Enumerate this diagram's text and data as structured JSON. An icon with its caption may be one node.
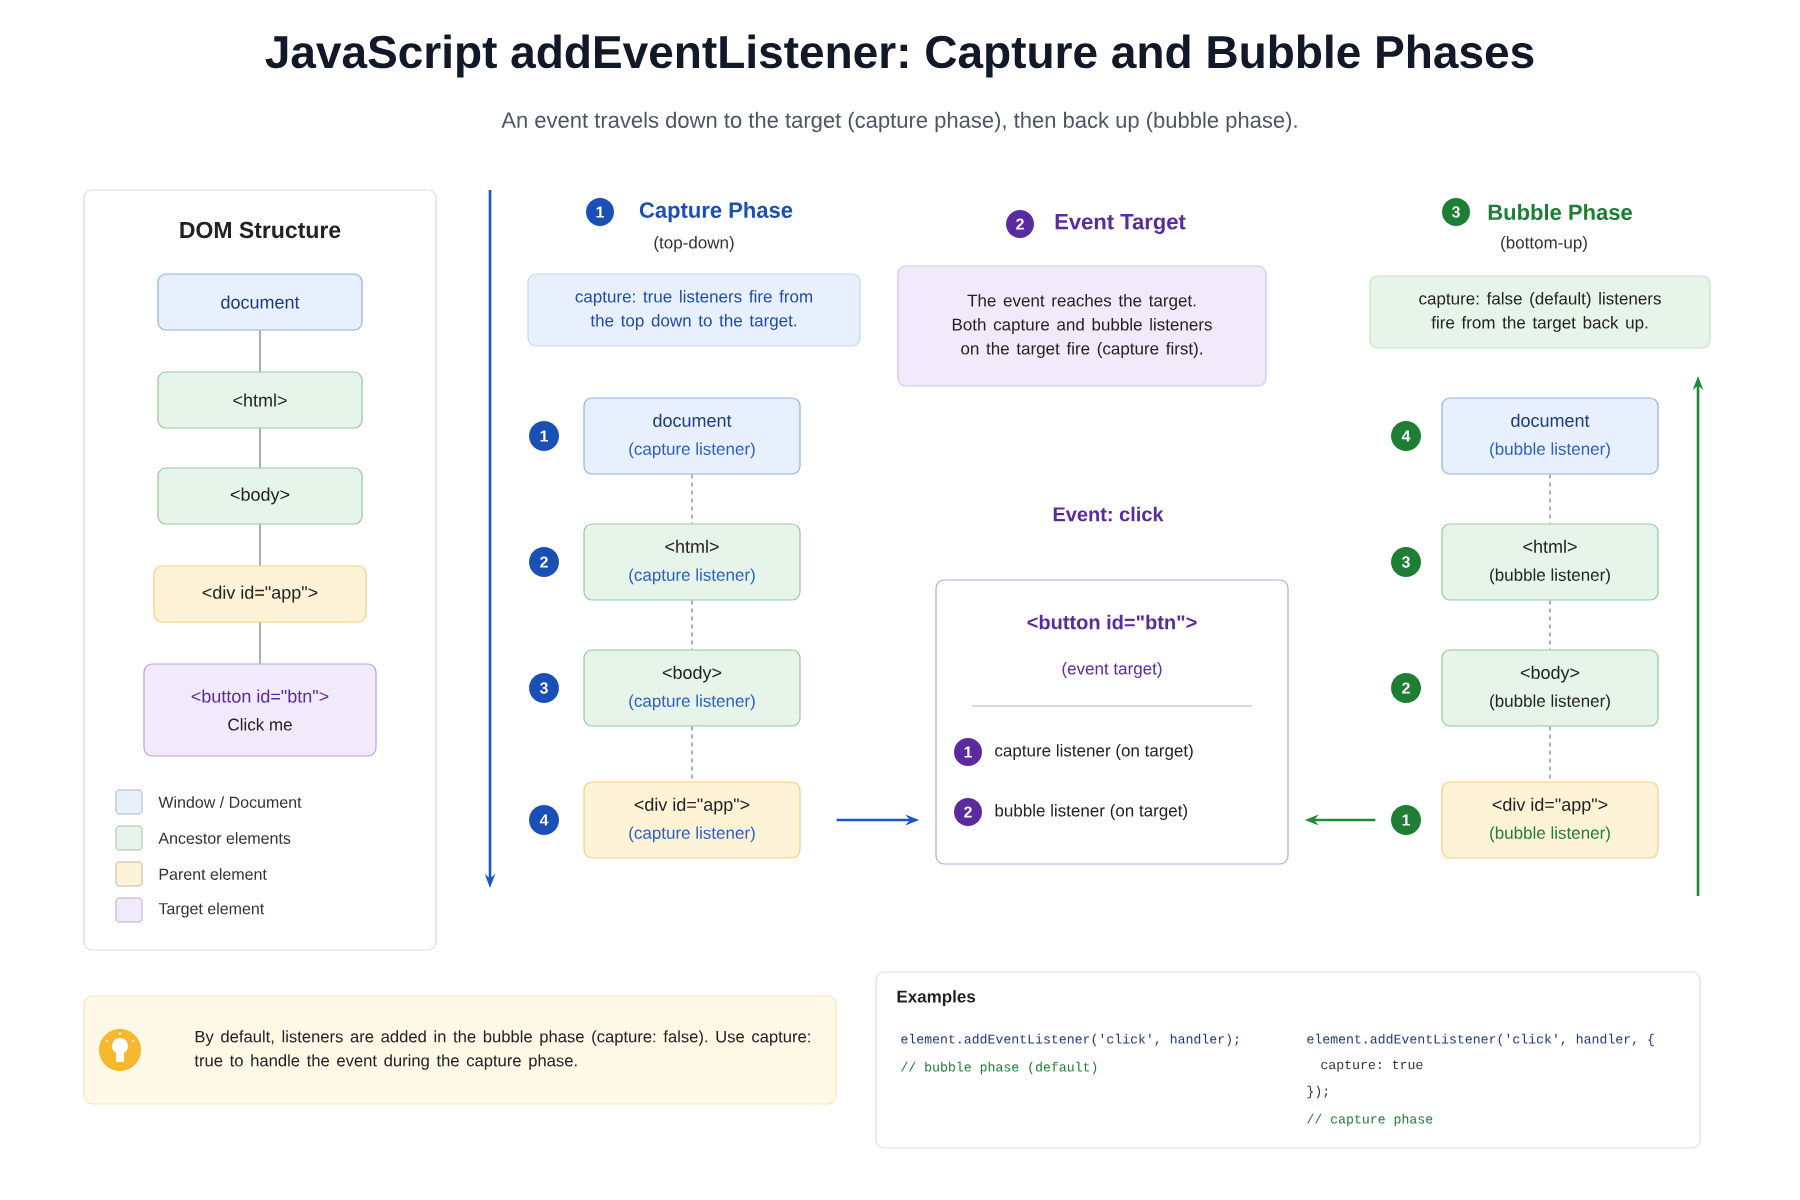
{
  "diagram": {
    "title": "JavaScript addEventListener: Capture and Bubble Phases",
    "caption": "An event travels down to the target (capture phase), then back up (bubble phase).",
    "nodes": [
      {
        "text": [
          "DOM Structure"
        ]
      },
      {
        "text": [
          "document"
        ],
        "in": 0
      },
      {
        "text": [
          "<html>"
        ],
        "in": 0
      },
      {
        "text": [
          "<body>"
        ],
        "in": 0
      },
      {
        "text": [
          "<div id=\"app\">"
        ],
        "in": 0
      },
      {
        "text": [
          "<button id=\"btn\">",
          "Click me"
        ],
        "in": 0
      },
      {
        "text": [
          "capture: true listeners fire from the top down to the target."
        ]
      },
      {
        "text": [
          "document",
          "(capture listener)"
        ],
        "beside": [
          "1"
        ]
      },
      {
        "text": [
          "<html>",
          "(capture listener)"
        ],
        "beside": [
          "2"
        ]
      },
      {
        "text": [
          "<body>",
          "(capture listener)"
        ],
        "beside": [
          "3"
        ]
      },
      {
        "text": [
          "<div id=\"app\">",
          "(capture listener)"
        ],
        "beside": [
          "4"
        ]
      },
      {
        "text": [
          "The event reaches the target. Both capture and bubble listeners on the target fire (capture first)."
        ]
      },
      {
        "text": [
          "<button id=\"btn\">",
          "(event target)",
          "capture listener (on target)",
          "bubble listener (on target)"
        ]
      },
      {
        "text": [
          "capture: false (default) listeners fire from the target back up."
        ]
      },
      {
        "text": [
          "document",
          "(bubble listener)"
        ],
        "beside": [
          "4"
        ]
      },
      {
        "text": [
          "<html>",
          "(bubble listener)"
        ],
        "beside": [
          "3"
        ]
      },
      {
        "text": [
          "<body>",
          "(bubble listener)"
        ],
        "beside": [
          "2"
        ]
      },
      {
        "text": [
          "<div id=\"app\">",
          "(bubble listener)"
        ],
        "beside": [
          "1"
        ]
      },
      {
        "text": [
          "By default, listeners are added in the bubble phase (capture: false). Use capture: true to handle the event during the capture phase."
        ]
      },
      {
        "text": [
          "Examples",
          "element.addEventListener('click', handler);",
          "// bubble phase (default)",
          "element.addEventListener('click', handler, {",
          "capture: true",
          "});",
          "// capture phase"
        ]
      }
    ],
    "edges": [
      {
        "from": 1,
        "to": 2,
        "arrow": "none"
      },
      {
        "from": 2,
        "to": 3,
        "arrow": "none"
      },
      {
        "from": 3,
        "to": 4,
        "arrow": "none"
      },
      {
        "from": 4,
        "to": 5,
        "arrow": "none"
      },
      {
        "from": 7,
        "to": 8,
        "arrow": "none",
        "style": "dashed"
      },
      {
        "from": 8,
        "to": 9,
        "arrow": "none",
        "style": "dashed"
      },
      {
        "from": 9,
        "to": 10,
        "arrow": "none",
        "style": "dashed"
      },
      {
        "from": 10,
        "to": 12,
        "arrow": "to",
        "color": "#1a56c4"
      },
      {
        "from": 14,
        "to": 15,
        "arrow": "none",
        "style": "dashed"
      },
      {
        "from": 15,
        "to": 16,
        "arrow": "none",
        "style": "dashed"
      },
      {
        "from": 16,
        "to": 17,
        "arrow": "none",
        "style": "dashed"
      },
      {
        "from": 17,
        "to": 12,
        "arrow": "to",
        "color": "#1e8a3a"
      }
    ],
    "labels": [
      "1",
      "Capture Phase",
      "(top-down)",
      "2",
      "Event Target",
      "3",
      "Bubble Phase",
      "(bottom-up)",
      "Event: click",
      "1",
      "2"
    ],
    "legend": [
      {
        "text": "Window / Document",
        "color": "#e8f0fe"
      },
      {
        "text": "Ancestor elements",
        "color": "#e6f4ea"
      },
      {
        "text": "Parent element",
        "color": "#fef3d6"
      },
      {
        "text": "Target element",
        "color": "#f1eafa"
      }
    ]
  }
}
